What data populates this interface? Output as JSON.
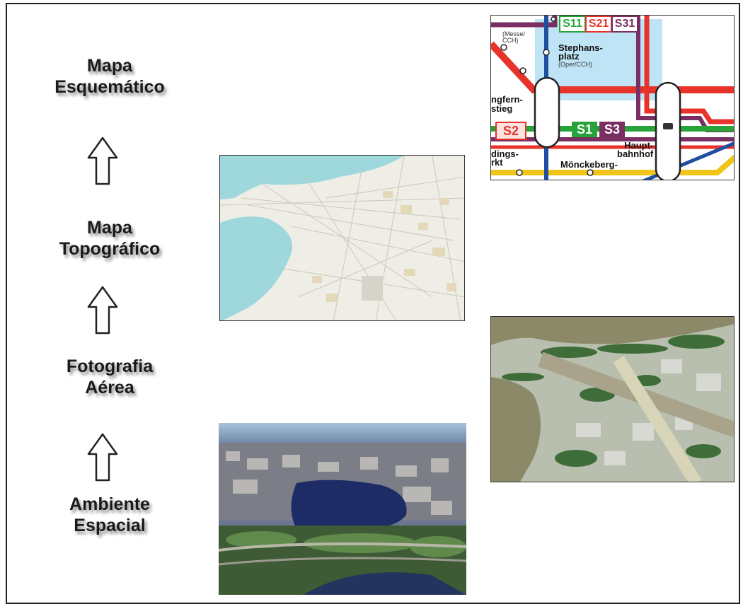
{
  "labels": {
    "schematic": [
      "Mapa",
      "Esquemático"
    ],
    "topographic": [
      "Mapa",
      "Topográfico"
    ],
    "aerial": [
      "Fotografia",
      "Aérea"
    ],
    "environment": [
      "Ambiente",
      "Espacial"
    ]
  },
  "schematic_map": {
    "line_badges": [
      "S11",
      "S21",
      "S31",
      "S2",
      "S1",
      "S3"
    ],
    "station_labels": [
      "(Messe/",
      "CCH)",
      "Stephans-",
      "platz",
      "(Oper/CCH)",
      "ngfern-",
      "stieg",
      "dings-",
      "rkt",
      "Haupt-",
      "bahnhof",
      "Mönckeberg-"
    ],
    "colors": {
      "red": "#e8332a",
      "green": "#27a33a",
      "purple": "#7a2f63",
      "yellow": "#f0c419",
      "blue": "#1f4f9e",
      "water": "#bfe4f5"
    }
  },
  "colors": {
    "topo_water": "#9fd8dc",
    "topo_land": "#efeee6",
    "aerial_water": "#8b8967",
    "photo_lake": "#1d2c66"
  }
}
